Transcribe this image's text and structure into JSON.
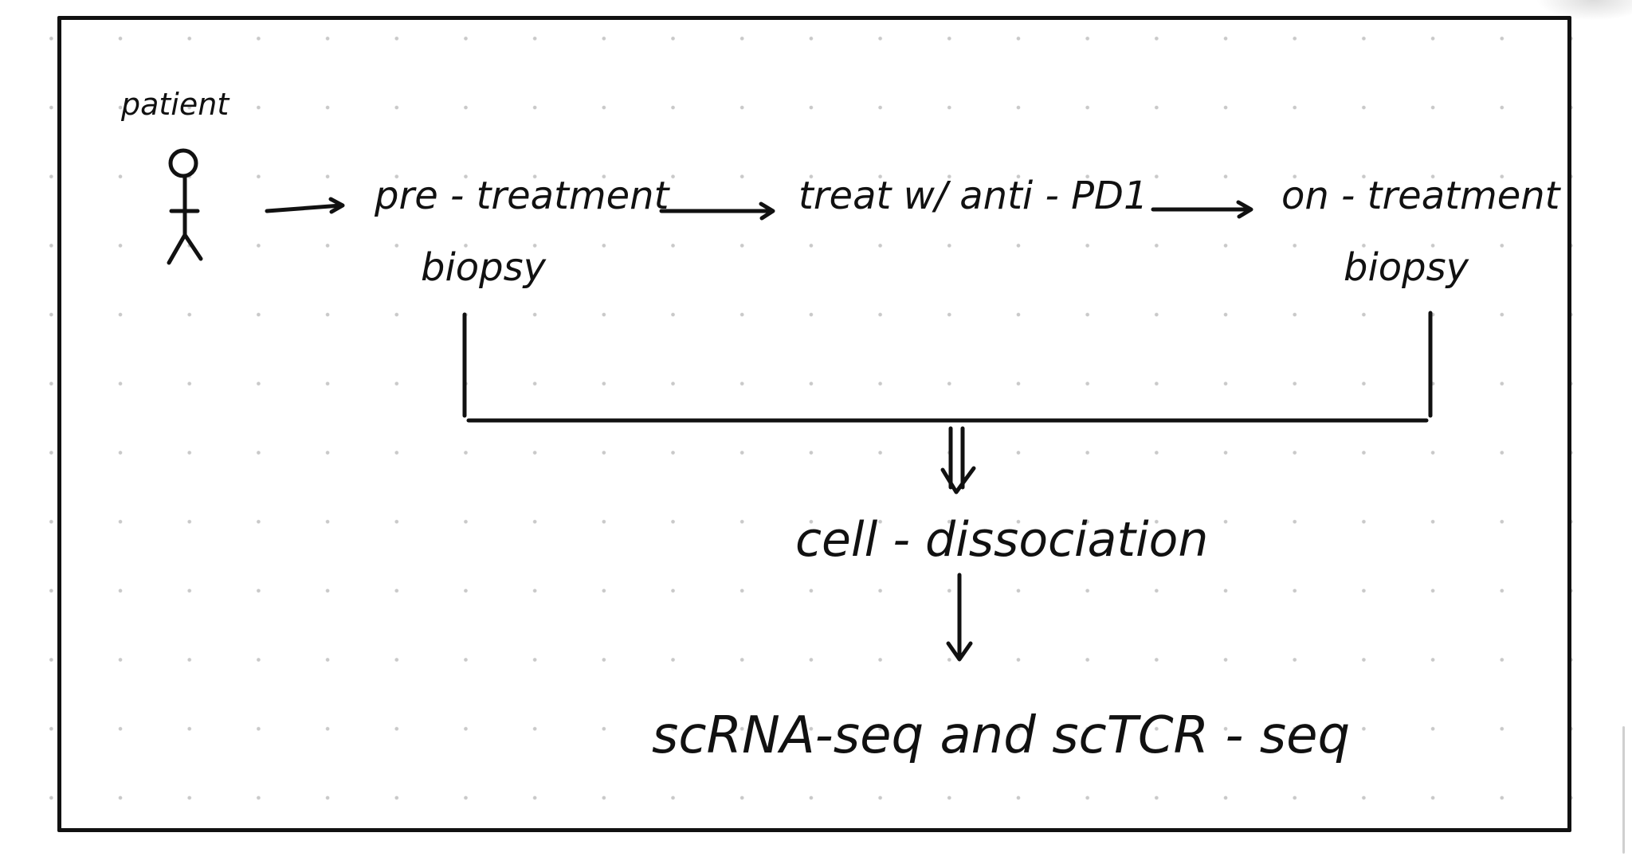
{
  "diagram": {
    "patient_label": "patient",
    "pre_treatment_line1": "pre - treatment",
    "pre_treatment_line2": "biopsy",
    "treat_label": "treat w/ anti - PD1",
    "on_treatment_line1": "on - treatment",
    "on_treatment_line2": "biopsy",
    "dissociation_label": "cell - dissociation",
    "sequencing_label": "scRNA-seq  and  scTCR - seq"
  },
  "colors": {
    "ink": "#111111",
    "grid_dot": "#c9c9c9",
    "background": "#ffffff"
  },
  "icons": {
    "patient": "stick-figure-icon",
    "arrow_right": "arrow-right-icon",
    "double_arrow_down": "double-arrow-down-icon",
    "arrow_down": "arrow-down-icon"
  }
}
